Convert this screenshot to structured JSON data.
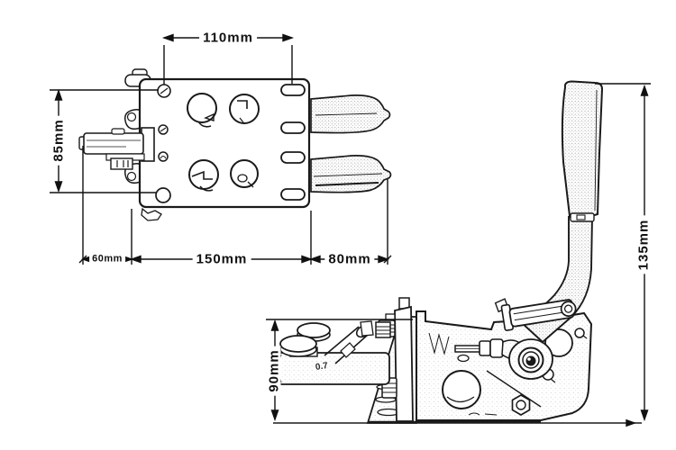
{
  "colors": {
    "line": "#1a1a1a",
    "background": "#ffffff",
    "dimension_text": "#111111"
  },
  "views": {
    "top_view": "handbrake-top-view",
    "side_view": "handbrake-side-view"
  },
  "dimensions": {
    "top_width": {
      "label": "110mm",
      "orientation": "horizontal"
    },
    "left_height": {
      "label": "85mm",
      "orientation": "vertical"
    },
    "cylinder_offset": {
      "label": "60mm",
      "orientation": "horizontal"
    },
    "base_width": {
      "label": "150mm",
      "orientation": "horizontal"
    },
    "handle_overhang": {
      "label": "80mm",
      "orientation": "horizontal"
    },
    "body_height": {
      "label": "90mm",
      "orientation": "vertical"
    },
    "lever_height": {
      "label": "135mm",
      "orientation": "vertical"
    }
  },
  "markings": {
    "master_cylinder_size": "0.7"
  }
}
